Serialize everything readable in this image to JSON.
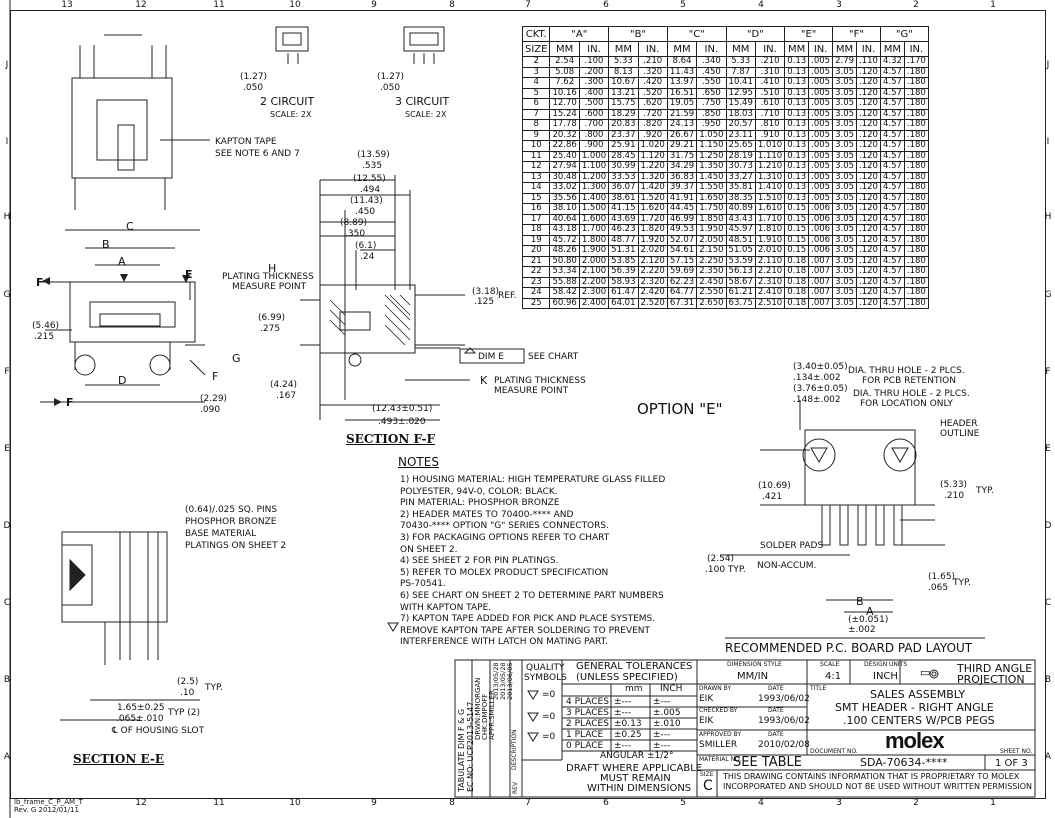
{
  "zones": {
    "top": [
      "13",
      "12",
      "11",
      "10",
      "9",
      "8",
      "7",
      "6",
      "5",
      "4",
      "3",
      "2",
      "1"
    ],
    "bottom": [
      "12",
      "11",
      "10",
      "9",
      "8",
      "7",
      "6",
      "5",
      "4",
      "3",
      "2",
      "1"
    ],
    "left": [
      "J",
      "I",
      "H",
      "G",
      "F",
      "E",
      "D",
      "C",
      "B",
      "A"
    ],
    "right": [
      "J",
      "I",
      "H",
      "G",
      "F",
      "E",
      "D",
      "C",
      "B",
      "A"
    ]
  },
  "views": {
    "two_circuit": {
      "dim_mm": "(1.27)",
      "dim_in": ".050",
      "label": "2 CIRCUIT",
      "scale": "SCALE: 2X"
    },
    "three_circuit": {
      "dim_mm": "(1.27)",
      "dim_in": ".050",
      "label": "3 CIRCUIT",
      "scale": "SCALE: 2X"
    },
    "kapton": [
      "KAPTON TAPE",
      "SEE NOTE 6 AND 7"
    ],
    "front": {
      "C": "C",
      "B": "B",
      "A": "A",
      "D": "D",
      "E": "E",
      "F": "F",
      "G": "G",
      "dim_mm": "(5.46)",
      "dim_in": ".215",
      "dim2_mm": "(2.29)",
      "dim2_in": ".090"
    },
    "section_ff": {
      "title": "SECTION  F-F",
      "d1": "(13.59)",
      "d1b": ".535",
      "d2": "(12.55)",
      "d2b": ".494",
      "d3": "(11.43)",
      "d3b": ".450",
      "d4": "(8.89)",
      "d4b": ".350",
      "d5": "(6.1)",
      "d5b": ".24",
      "d6": "(6.99)",
      "d6b": ".275",
      "d7": "(4.24)",
      "d7b": ".167",
      "d8": "(12.43±0.51)",
      "d8b": ".493±.020",
      "ref": "(3.18)",
      "refb": ".125",
      "ref_label": "REF.",
      "H": "H",
      "K": "K",
      "plating1": [
        "PLATING THICKNESS",
        "MEASURE POINT"
      ],
      "plating2": [
        "PLATING THICKNESS",
        "MEASURE POINT"
      ],
      "dim_e": "DIM E",
      "see_chart": "SEE CHART"
    },
    "section_ee": {
      "title": "SECTION   E-E",
      "pins": [
        "(0.64)/.025 SQ. PINS",
        "PHOSPHOR BRONZE",
        "BASE MATERIAL",
        "PLATINGS ON SHEET 2"
      ],
      "d1": "(2.5)",
      "d1b": ".10",
      "d1_label": "TYP.",
      "d2": "1.65±0.25",
      "d2b": ".065±.010",
      "d2_label": "TYP (2)",
      "housing": "℄ OF HOUSING SLOT"
    },
    "option_e": {
      "title": "OPTION \"E\"",
      "h1": "(3.40±0.05)",
      "h1b": ".134±.002",
      "h1_label": [
        "DIA. THRU HOLE - 2 PLCS.",
        "FOR PCB RETENTION"
      ],
      "h2": "(3.76±0.05)",
      "h2b": ".148±.002",
      "h2_label": [
        "DIA. THRU HOLE - 2 PLCS.",
        "FOR LOCATION ONLY"
      ],
      "header_outline": [
        "HEADER",
        "OUTLINE"
      ],
      "d1": "(10.69)",
      "d1b": ".421",
      "d2": "(5.33)",
      "d2b": ".210",
      "d2_label": "TYP.",
      "solder": "SOLDER PADS",
      "d3": "(2.54)",
      "d3b": ".100 TYP.",
      "non_accum": "NON-ACCUM.",
      "d4": "(1.65)",
      "d4b": ".065",
      "d4_label": "TYP.",
      "B": "B",
      "A": "A",
      "d5": "(±0.051)",
      "d5b": "±.002",
      "recommended": "RECOMMENDED P.C. BOARD PAD LAYOUT"
    }
  },
  "notes": {
    "title": "NOTES",
    "items": [
      "1) HOUSING MATERIAL: HIGH TEMPERATURE GLASS FILLED",
      "    POLYESTER, 94V-0, COLOR: BLACK.",
      "    PIN MATERIAL: PHOSPHOR BRONZE",
      "2) HEADER MATES TO 70400-**** AND",
      "    70430-**** OPTION \"G\" SERIES CONNECTORS.",
      "3) FOR PACKAGING OPTIONS REFER TO CHART",
      "    ON SHEET 2.",
      "4) SEE SHEET 2 FOR PIN PLATINGS.",
      "5) REFER TO MOLEX PRODUCT SPECIFICATION",
      "    PS-70541.",
      "6) SEE CHART ON SHEET 2 TO DETERMINE PART NUMBERS",
      "    WITH KAPTON TAPE.",
      "7) KAPTON TAPE ADDED FOR PICK AND PLACE SYSTEMS.",
      "    REMOVE KAPTON TAPE AFTER SOLDERING TO PREVENT",
      "    INTERFERENCE WITH LATCH ON MATING PART."
    ]
  },
  "chart": {
    "head1": [
      "CKT.",
      "\"A\"",
      "\"B\"",
      "\"C\"",
      "\"D\"",
      "\"E\"",
      "\"F\"",
      "\"G\""
    ],
    "head2": [
      "SIZE",
      "MM",
      "IN.",
      "MM",
      "IN.",
      "MM",
      "IN.",
      "MM",
      "IN.",
      "MM",
      "IN.",
      "MM",
      "IN.",
      "MM",
      "IN."
    ],
    "rows": [
      [
        "2",
        "2.54",
        ".100",
        "5.33",
        ".210",
        "8.64",
        ".340",
        "5.33",
        ".210",
        "0.13",
        ".005",
        "2.79",
        ".110",
        "4.32",
        ".170"
      ],
      [
        "3",
        "5.08",
        ".200",
        "8.13",
        ".320",
        "11.43",
        ".450",
        "7.87",
        ".310",
        "0.13",
        ".005",
        "3.05",
        ".120",
        "4.57",
        ".180"
      ],
      [
        "4",
        "7.62",
        ".300",
        "10.67",
        ".420",
        "13.97",
        ".550",
        "10.41",
        ".410",
        "0.13",
        ".005",
        "3.05",
        ".120",
        "4.57",
        ".180"
      ],
      [
        "5",
        "10.16",
        ".400",
        "13.21",
        ".520",
        "16.51",
        ".650",
        "12.95",
        ".510",
        "0.13",
        ".005",
        "3.05",
        ".120",
        "4.57",
        ".180"
      ],
      [
        "6",
        "12.70",
        ".500",
        "15.75",
        ".620",
        "19.05",
        ".750",
        "15.49",
        ".610",
        "0.13",
        ".005",
        "3.05",
        ".120",
        "4.57",
        ".180"
      ],
      [
        "7",
        "15.24",
        ".600",
        "18.29",
        ".720",
        "21.59",
        ".850",
        "18.03",
        ".710",
        "0.13",
        ".005",
        "3.05",
        ".120",
        "4.57",
        ".180"
      ],
      [
        "8",
        "17.78",
        ".700",
        "20.83",
        ".820",
        "24.13",
        ".950",
        "20.57",
        ".810",
        "0.13",
        ".005",
        "3.05",
        ".120",
        "4.57",
        ".180"
      ],
      [
        "9",
        "20.32",
        ".800",
        "23.37",
        ".920",
        "26.67",
        "1.050",
        "23.11",
        ".910",
        "0.13",
        ".005",
        "3.05",
        ".120",
        "4.57",
        ".180"
      ],
      [
        "10",
        "22.86",
        ".900",
        "25.91",
        "1.020",
        "29.21",
        "1.150",
        "25.65",
        "1.010",
        "0.13",
        ".005",
        "3.05",
        ".120",
        "4.57",
        ".180"
      ],
      [
        "11",
        "25.40",
        "1.000",
        "28.45",
        "1.120",
        "31.75",
        "1.250",
        "28.19",
        "1.110",
        "0.13",
        ".005",
        "3.05",
        ".120",
        "4.57",
        ".180"
      ],
      [
        "12",
        "27.94",
        "1.100",
        "30.99",
        "1.220",
        "34.29",
        "1.350",
        "30.73",
        "1.210",
        "0.13",
        ".005",
        "3.05",
        ".120",
        "4.57",
        ".180"
      ],
      [
        "13",
        "30.48",
        "1.200",
        "33.53",
        "1.320",
        "36.83",
        "1.450",
        "33.27",
        "1.310",
        "0.13",
        ".005",
        "3.05",
        ".120",
        "4.57",
        ".180"
      ],
      [
        "14",
        "33.02",
        "1.300",
        "36.07",
        "1.420",
        "39.37",
        "1.550",
        "35.81",
        "1.410",
        "0.13",
        ".005",
        "3.05",
        ".120",
        "4.57",
        ".180"
      ],
      [
        "15",
        "35.56",
        "1.400",
        "38.61",
        "1.520",
        "41.91",
        "1.650",
        "38.35",
        "1.510",
        "0.13",
        ".005",
        "3.05",
        ".120",
        "4.57",
        ".180"
      ],
      [
        "16",
        "38.10",
        "1.500",
        "41.15",
        "1.620",
        "44.45",
        "1.750",
        "40.89",
        "1.610",
        "0.15",
        ".006",
        "3.05",
        ".120",
        "4.57",
        ".180"
      ],
      [
        "17",
        "40.64",
        "1.600",
        "43.69",
        "1.720",
        "46.99",
        "1.850",
        "43.43",
        "1.710",
        "0.15",
        ".006",
        "3.05",
        ".120",
        "4.57",
        ".180"
      ],
      [
        "18",
        "43.18",
        "1.700",
        "46.23",
        "1.820",
        "49.53",
        "1.950",
        "45.97",
        "1.810",
        "0.15",
        ".006",
        "3.05",
        ".120",
        "4.57",
        ".180"
      ],
      [
        "19",
        "45.72",
        "1.800",
        "48.77",
        "1.920",
        "52.07",
        "2.050",
        "48.51",
        "1.910",
        "0.15",
        ".006",
        "3.05",
        ".120",
        "4.57",
        ".180"
      ],
      [
        "20",
        "48.26",
        "1.900",
        "51.31",
        "2.020",
        "54.61",
        "2.150",
        "51.05",
        "2.010",
        "0.15",
        ".006",
        "3.05",
        ".120",
        "4.57",
        ".180"
      ],
      [
        "21",
        "50.80",
        "2.000",
        "53.85",
        "2.120",
        "57.15",
        "2.250",
        "53.59",
        "2.110",
        "0.18",
        ".007",
        "3.05",
        ".120",
        "4.57",
        ".180"
      ],
      [
        "22",
        "53.34",
        "2.100",
        "56.39",
        "2.220",
        "59.69",
        "2.350",
        "56.13",
        "2.210",
        "0.18",
        ".007",
        "3.05",
        ".120",
        "4.57",
        ".180"
      ],
      [
        "23",
        "55.88",
        "2.200",
        "58.93",
        "2.320",
        "62.23",
        "2.450",
        "58.67",
        "2.310",
        "0.18",
        ".007",
        "3.05",
        ".120",
        "4.57",
        ".180"
      ],
      [
        "24",
        "58.42",
        "2.300",
        "61.47",
        "2.420",
        "64.77",
        "2.550",
        "61.21",
        "2.410",
        "0.18",
        ".007",
        "3.05",
        ".120",
        "4.57",
        ".180"
      ],
      [
        "25",
        "60.96",
        "2.400",
        "64.01",
        "2.520",
        "67.31",
        "2.650",
        "63.75",
        "2.510",
        "0.18",
        ".007",
        "3.05",
        ".120",
        "4.57",
        ".180"
      ]
    ]
  },
  "title_block": {
    "rev_strip": [
      "TABULATE DIM F & G",
      "EC NO: UCP2013-5147",
      "DRWN:MMORGAN",
      "CHK:DMPOFF",
      "APPR:SMILLER"
    ],
    "rev_dates": [
      "2013/05/28",
      "2013/05/28",
      "2013/06/05"
    ],
    "rev_strip_labels": [
      "DESCRIPTION",
      "REV"
    ],
    "quality": [
      "QUALITY",
      "SYMBOLS"
    ],
    "quality_marks": [
      "=0",
      "=0",
      "=0"
    ],
    "tolerances_title": [
      "GENERAL TOLERANCES",
      "(UNLESS SPECIFIED)"
    ],
    "tol_head": [
      "mm",
      "INCH"
    ],
    "tol_rows": [
      [
        "4 PLACES",
        "±---",
        "±---"
      ],
      [
        "3 PLACES",
        "±---",
        "±.005"
      ],
      [
        "2 PLACES",
        "±0.13",
        "±.010"
      ],
      [
        "1 PLACE",
        "±0.25",
        "±---"
      ],
      [
        "0 PLACE",
        "±---",
        "±---"
      ]
    ],
    "angular": "ANGULAR ±1/2°",
    "draft": [
      "DRAFT WHERE APPLICABLE",
      "MUST REMAIN",
      "WITHIN DIMENSIONS"
    ],
    "dimension_style_label": "DIMENSION STYLE",
    "dimension_style": "MM/IN",
    "scale_label": "SCALE",
    "scale": "4:1",
    "design_units_label": "DESIGN UNITS",
    "design_units": "INCH",
    "projection": [
      "THIRD ANGLE",
      "PROJECTION"
    ],
    "drawn_by_label": "DRAWN BY",
    "drawn_by": "EIK",
    "drawn_date": "1993/06/02",
    "checked_by_label": "CHECKED BY",
    "checked_by": "EIK",
    "checked_date": "1993/06/02",
    "approved_by_label": "APPROVED BY",
    "approved_by": "SMILLER",
    "approved_date": "2010/02/08",
    "date_label": "DATE",
    "title_label": "TITLE",
    "title": [
      "SALES ASSEMBLY",
      "SMT HEADER - RIGHT ANGLE",
      ".100 CENTERS W/PCB PEGS"
    ],
    "logo": "molex",
    "material_label": "MATERIAL NO.",
    "material": "SEE TABLE",
    "document_label": "DOCUMENT NO.",
    "document": "SDA-70634-****",
    "sheet_label": "SHEET NO.",
    "sheet": "1 OF 3",
    "size_label": "SIZE",
    "size": "C",
    "proprietary": [
      "THIS DRAWING CONTAINS INFORMATION THAT IS PROPRIETARY TO MOLEX",
      "INCORPORATED AND SHOULD NOT BE USED WITHOUT WRITTEN PERMISSION"
    ]
  },
  "footer": [
    "lb_frame_C_P_AM_T",
    "Rev. G  2012/01/11"
  ]
}
